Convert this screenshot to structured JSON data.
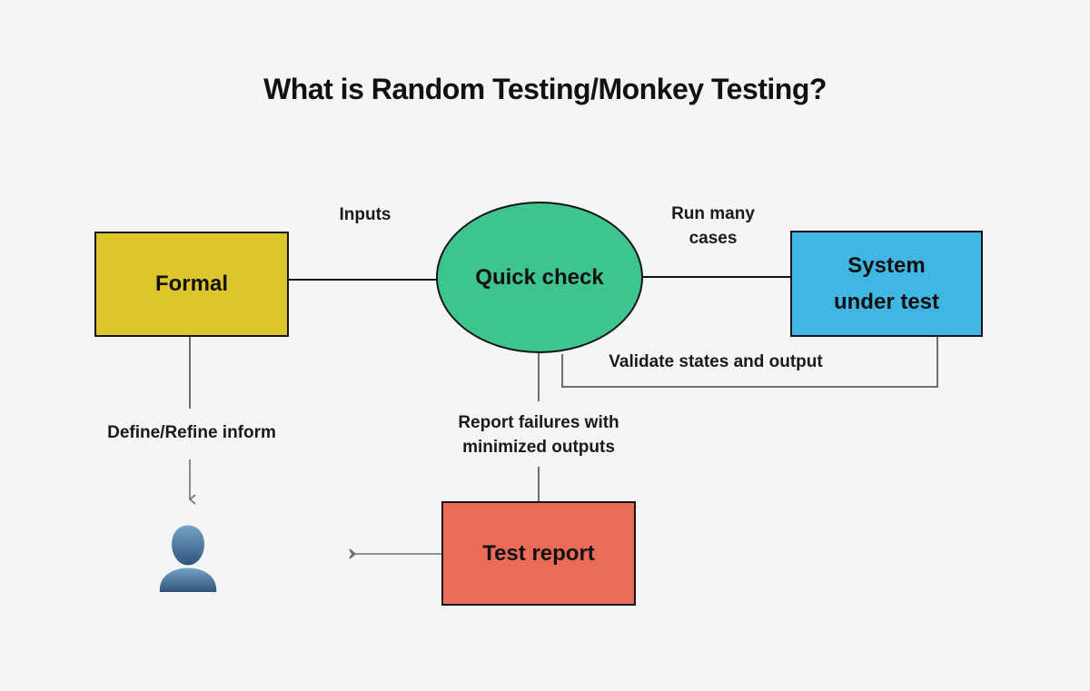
{
  "page": {
    "title": "What is Random Testing/Monkey Testing?"
  },
  "nodes": {
    "formal": {
      "label": "Formal"
    },
    "quick_check": {
      "label": "Quick check"
    },
    "system_under_test": {
      "lines": [
        "System",
        "under test"
      ]
    },
    "test_report": {
      "label": "Test report"
    }
  },
  "edge_labels": {
    "inputs": "Inputs",
    "run_many_cases": [
      "Run many",
      "cases"
    ],
    "validate": "Validate states and output",
    "define_refine": "Define/Refine inform",
    "report_failures": [
      "Report failures with",
      "minimized outputs"
    ]
  },
  "icons": {
    "user": "user-silhouette-icon"
  },
  "colors": {
    "background": "#f4f5f7",
    "formal_fill": "#ddc52e",
    "quick_check_fill": "#3ec48f",
    "system_under_test_fill": "#41b6e3",
    "test_report_fill": "#ea6b57",
    "node_border": "#151515",
    "dark_connector": "#111111",
    "gray_connector": "#6e6e6e",
    "user_icon_light": "#74a2c8",
    "user_icon_dark": "#2f5579"
  }
}
